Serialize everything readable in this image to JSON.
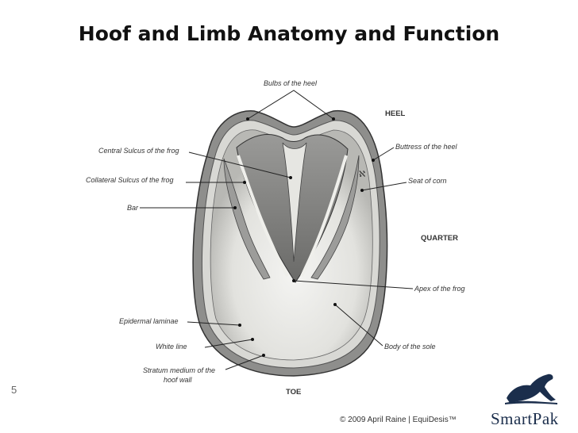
{
  "title": "Hoof and Limb Anatomy and Function",
  "labels": {
    "bulbs": "Bulbs of the heel",
    "heel": "HEEL",
    "central_sulcus": "Central Sulcus of the frog",
    "collateral_sulcus": "Collateral Sulcus of the frog",
    "bar": "Bar",
    "buttress": "Buttress of the heel",
    "seat_of_corn": "Seat of corn",
    "quarter": "QUARTER",
    "apex": "Apex of the frog",
    "epidermal": "Epidermal laminae",
    "white_line": "White line",
    "body_sole": "Body of the sole",
    "stratum_1": "Stratum medium of the",
    "stratum_2": "hoof wall",
    "toe": "TOE"
  },
  "slide_number": "5",
  "copyright": "© 2009 April Raine | EquiDesis™",
  "brand": "SmartPak",
  "colors": {
    "title": "#111111",
    "brand": "#1b2e4c",
    "line": "#222222"
  }
}
